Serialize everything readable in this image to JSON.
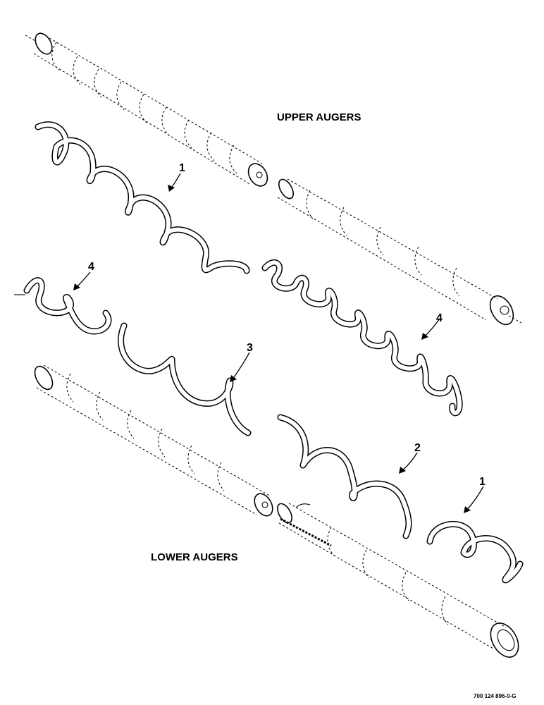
{
  "labels": {
    "upper_augers": "UPPER AUGERS",
    "lower_augers": "LOWER AUGERS",
    "part_number": "700 124 896-0-G"
  },
  "callouts": {
    "upper_flighting_1": "1",
    "stub_flighting_4_left": "4",
    "stub_flighting_4_right": "4",
    "flighting_3": "3",
    "flighting_2": "2",
    "lower_flighting_1": "1"
  }
}
